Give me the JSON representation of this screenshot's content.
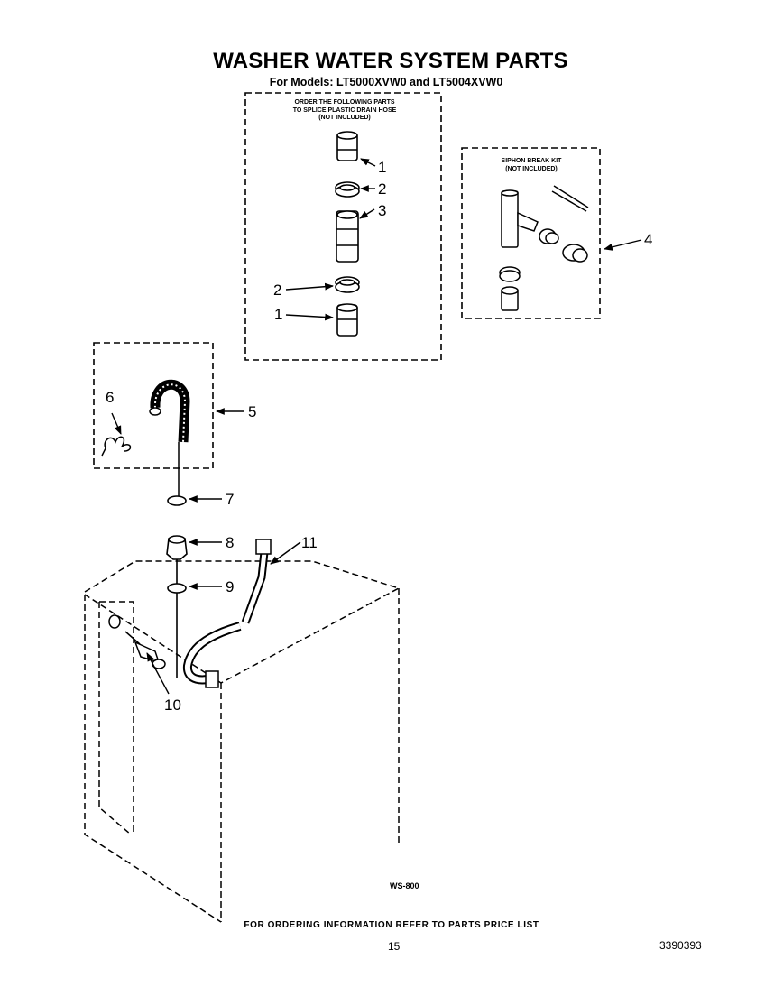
{
  "header": {
    "title": "WASHER WATER SYSTEM PARTS",
    "subtitle": "For Models: LT5000XVW0 and LT5004XVW0"
  },
  "splice_box": {
    "note": "ORDER THE FOLLOWING PARTS\nTO SPLICE PLASTIC DRAIN HOSE\n(NOT INCLUDED)"
  },
  "siphon_box": {
    "note": "SIPHON BREAK KIT\n(NOT INCLUDED)"
  },
  "callouts": [
    "1",
    "2",
    "3",
    "2",
    "1",
    "4",
    "5",
    "6",
    "7",
    "8",
    "9",
    "11",
    "10"
  ],
  "figure_code": "WS-800",
  "footer": {
    "ordering_info": "FOR ORDERING INFORMATION REFER TO PARTS PRICE LIST",
    "page_number": "15",
    "doc_number": "3390393"
  }
}
